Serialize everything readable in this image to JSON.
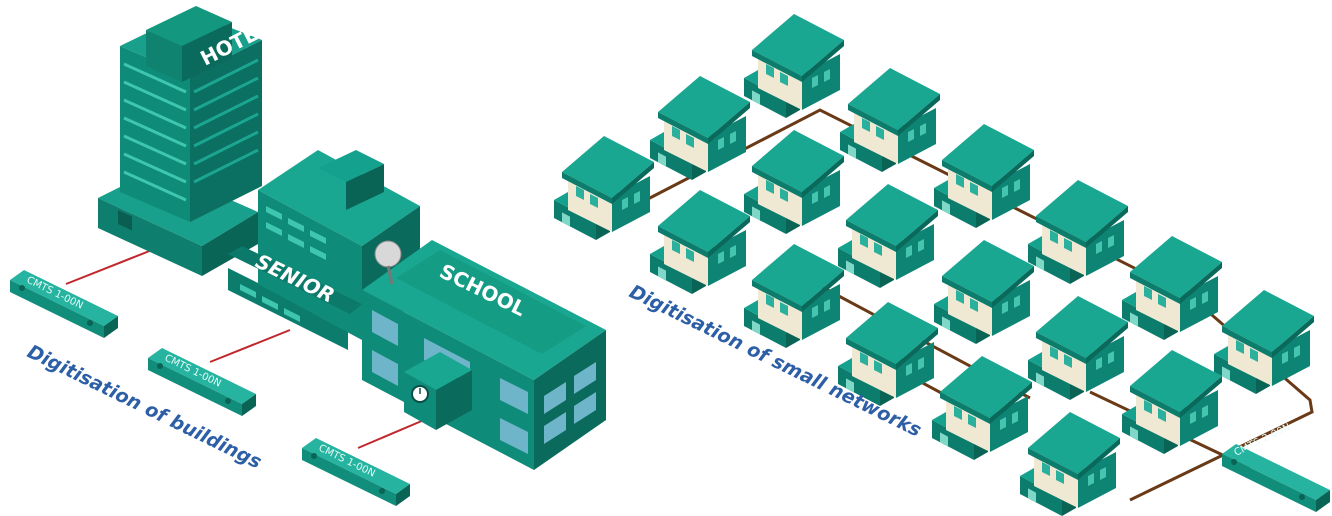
{
  "buildings": {
    "hotel_sign": "HOTEL",
    "senior_sign": "SENIOR",
    "school_sign": "SCHOOL"
  },
  "devices": {
    "cmts_1": "CMTS 1-00N",
    "cmts_2": "CMTS 1-00N",
    "cmts_3": "CMTS 1-00N",
    "cmts_network": "CMTS 2-00N"
  },
  "captions": {
    "left": "Digitisation of buildings",
    "right": "Digitisation of small networks"
  },
  "colors": {
    "teal": "#17a593",
    "teal_dark": "#0c7c6c",
    "cream": "#f1ecd6",
    "red_link": "#c0282d",
    "brown_link": "#6a3a17",
    "caption_blue": "#2d5fa6"
  }
}
